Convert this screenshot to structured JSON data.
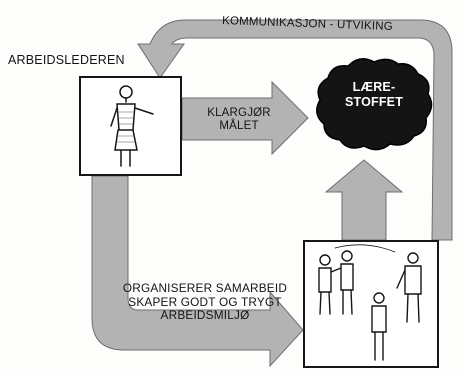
{
  "title": "ARBEIDSLEDEREN",
  "arrows": {
    "top": "KOMMUNIKASJON - UTVIKING",
    "middle": [
      "KLARGJØR",
      "MÅLET"
    ],
    "bottom": [
      "ORGANISERER SAMARBEID",
      "SKAPER GODT OG TRYGT",
      "ARBEIDSMILJØ"
    ]
  },
  "blob": [
    "LÆRE-",
    "STOFFET"
  ],
  "colors": {
    "arrow_fill": "#b3b3b3",
    "blob_fill": "#141414",
    "ink": "#161616"
  }
}
